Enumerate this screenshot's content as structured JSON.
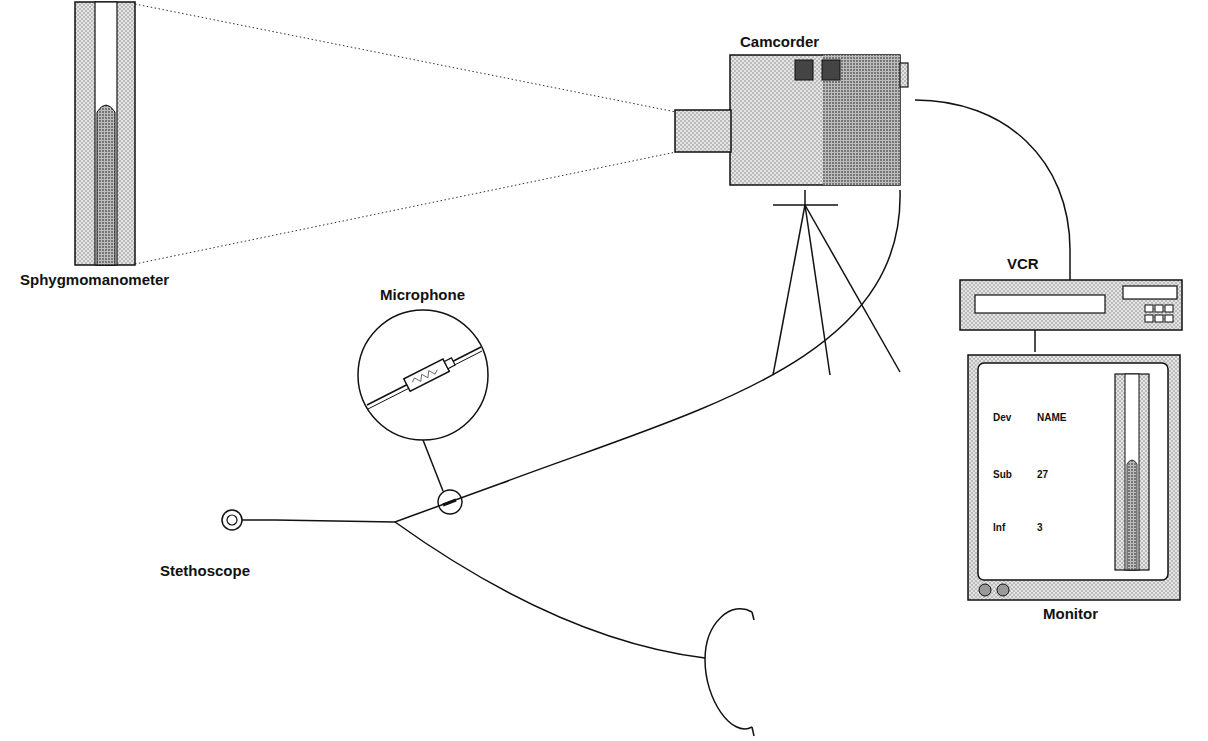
{
  "diagram": {
    "nodes": [
      {
        "text": [
          "Sphygmomanometer"
        ]
      },
      {
        "text": [
          "Camcorder"
        ]
      },
      {
        "text": [
          "VCR"
        ]
      },
      {
        "text": [
          "Microphone"
        ]
      },
      {
        "text": [
          "Dev",
          "NAME",
          "Sub",
          "27",
          "Inf",
          "3",
          "Monitor"
        ]
      },
      {
        "text": [
          "Stethoscope"
        ]
      }
    ],
    "edges": [
      {
        "from": 1,
        "to": 2,
        "arrow": "none"
      },
      {
        "from": 2,
        "to": 4,
        "arrow": "none"
      },
      {
        "from": 3,
        "to": 1,
        "arrow": "none"
      },
      {
        "from": 5,
        "to": 3,
        "arrow": "none"
      }
    ]
  }
}
